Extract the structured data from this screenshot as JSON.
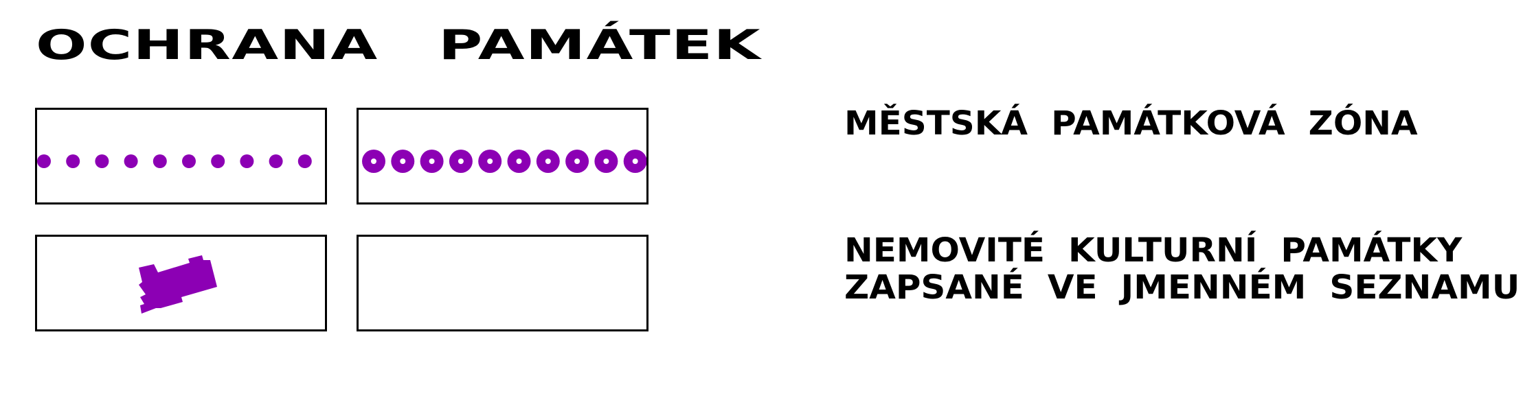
{
  "title": "OCHRANA   PAMÁTEK",
  "legend": {
    "zone_label": "MĚSTSKÁ  PAMÁTKOVÁ  ZÓNA",
    "monuments_label_line1": "NEMOVITÉ  KULTURNÍ PAMÁTKY",
    "monuments_label_line2": "ZAPSANÉ  VE  JMENNÉM  SEZNAMU"
  },
  "symbols": {
    "symbol_color": "#8c00b4",
    "dotted_line_dot_count": 10,
    "ring_line_ring_count": 10,
    "monument_shape": "building-footprint"
  }
}
